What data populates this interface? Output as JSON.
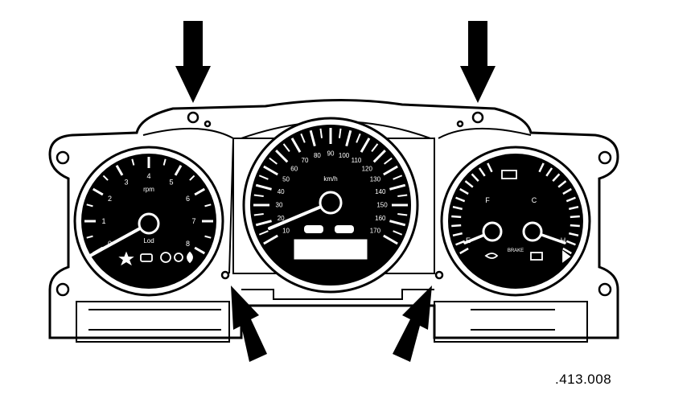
{
  "figure": {
    "reference_code": ".413.008",
    "arrow_color": "#000000",
    "line_color": "#000000",
    "dial_face_color": "#000000",
    "marking_color": "#ffffff"
  },
  "tachometer": {
    "scale_labels": [
      "0",
      "1",
      "2",
      "3",
      "4",
      "5",
      "6",
      "7",
      "8"
    ],
    "unit_label": "rpm",
    "sub_label": "Lod",
    "warning_lamps": [
      "star-icon",
      "lamp-icon",
      "brake-icon",
      "circle-icon",
      "oil-icon"
    ]
  },
  "speedometer": {
    "scale_labels": [
      "10",
      "20",
      "30",
      "40",
      "50",
      "60",
      "70",
      "80",
      "90",
      "100",
      "110",
      "120",
      "130",
      "140",
      "150",
      "160",
      "170"
    ],
    "unit_label": "km/h"
  },
  "aux_gauges": {
    "fuel_labels": [
      "E",
      "F"
    ],
    "temp_labels": [
      "C",
      "H"
    ],
    "warning_lamps": [
      "engine-icon",
      "light-icon",
      "battery-icon",
      "arrow-icon"
    ],
    "lamp_text": "BRAKE"
  }
}
